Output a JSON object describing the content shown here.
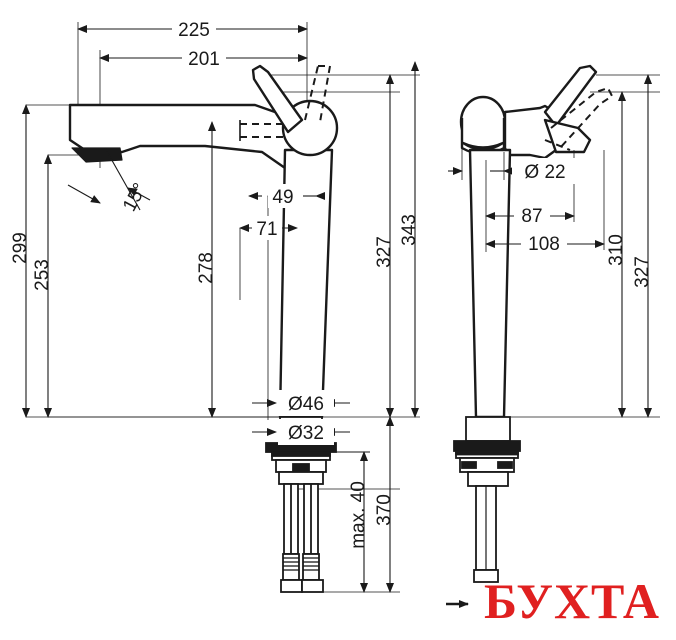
{
  "document": {
    "type": "technical-dimension-drawing",
    "subject": "single-lever basin mixer faucet",
    "views": [
      "front-elevation",
      "side-elevation"
    ],
    "units": "mm",
    "line_color": "#1a1a1a",
    "background_color": "#ffffff"
  },
  "front_view": {
    "horizontal_dimensions": [
      {
        "label": "225",
        "value": 225
      },
      {
        "label": "201",
        "value": 201
      },
      {
        "label": "49",
        "value": 49
      },
      {
        "label": "71",
        "value": 71
      }
    ],
    "vertical_dimensions": [
      {
        "label": "299",
        "value": 299
      },
      {
        "label": "253",
        "value": 253
      },
      {
        "label": "278",
        "value": 278
      },
      {
        "label": "327",
        "value": 327
      },
      {
        "label": "343",
        "value": 343
      },
      {
        "label": "370",
        "value": 370
      }
    ],
    "diameters": [
      {
        "label": "Ø46",
        "value": 46
      },
      {
        "label": "Ø32",
        "value": 32
      }
    ],
    "angles": [
      {
        "label": "15°",
        "value": 15
      }
    ],
    "notes": [
      {
        "label": "max. 40",
        "value": 40
      }
    ]
  },
  "side_view": {
    "horizontal_dimensions": [
      {
        "label": "87",
        "value": 87
      },
      {
        "label": "108",
        "value": 108
      }
    ],
    "vertical_dimensions": [
      {
        "label": "310",
        "value": 310
      },
      {
        "label": "327",
        "value": 327
      }
    ],
    "diameters": [
      {
        "label": "Ø 22",
        "value": 22
      }
    ]
  },
  "watermark": {
    "text": "БУХТА",
    "color": "#e02020",
    "outline_color": "#ffffff",
    "arrow": "arrow-right-icon"
  }
}
